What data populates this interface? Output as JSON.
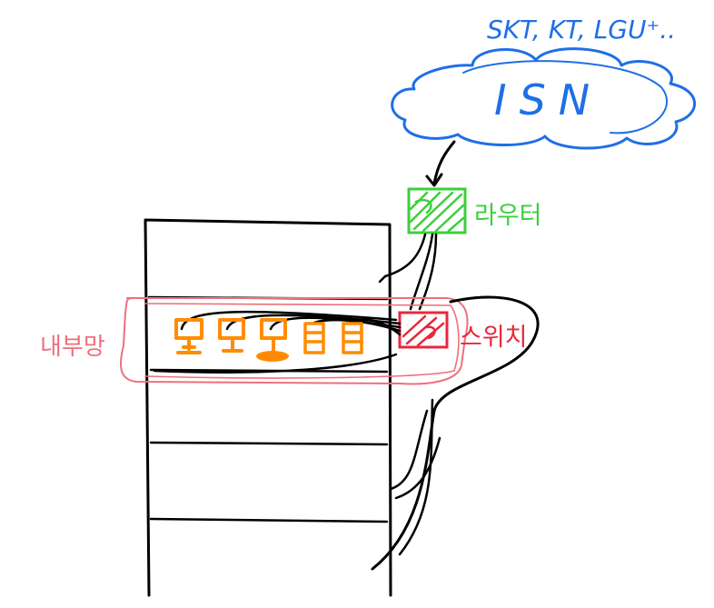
{
  "isp_caption": "SKT, KT, LGU⁺..",
  "cloud_label": "ISN",
  "router_label": "라우터",
  "switch_label": "스위치",
  "internal_network_label": "내부망",
  "colors": {
    "cloud": "#1f6fe6",
    "router": "#3ccf3c",
    "switch": "#e8283c",
    "internal": "#ef6f7c",
    "devices": "#ff8c00",
    "ink": "#000000"
  }
}
